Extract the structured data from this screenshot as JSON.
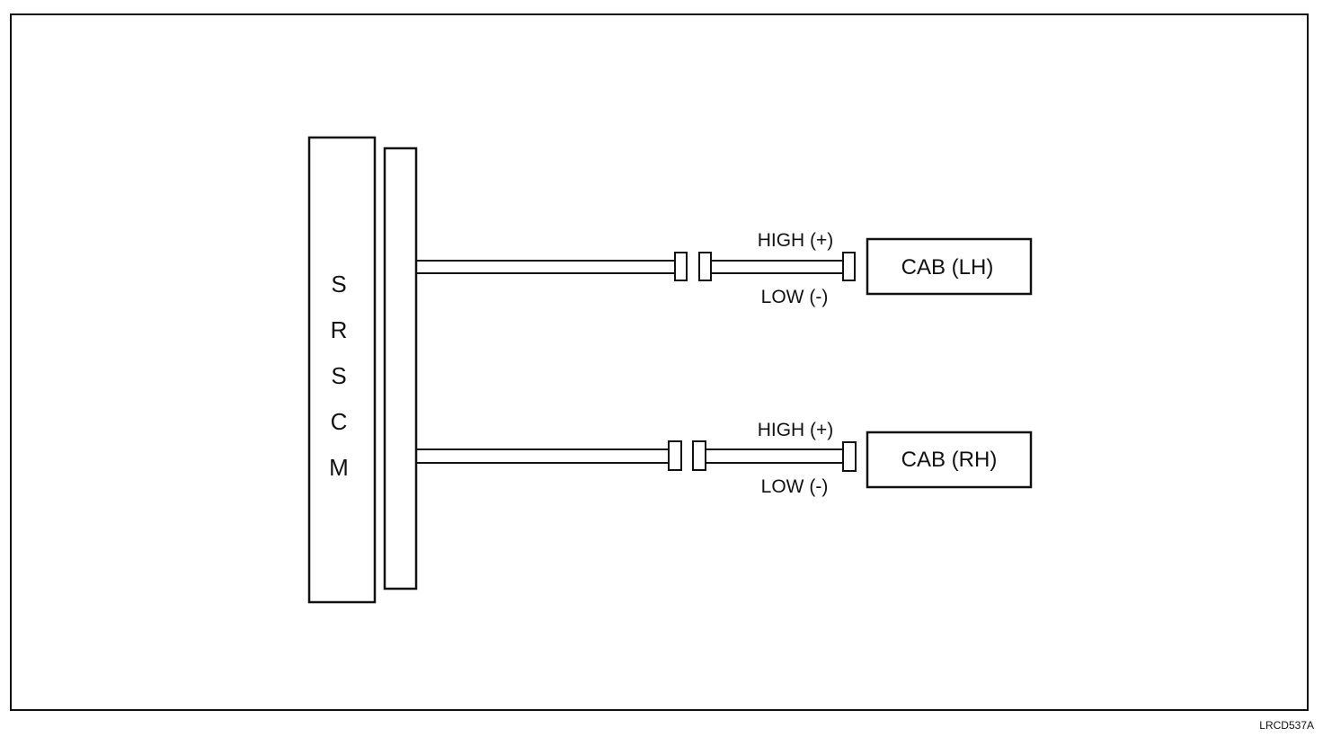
{
  "module": {
    "letters": [
      "S",
      "R",
      "S",
      "C",
      "M"
    ]
  },
  "airbags": [
    {
      "label": "CAB (LH)",
      "high": "HIGH (+)",
      "low": "LOW (-)"
    },
    {
      "label": "CAB (RH)",
      "high": "HIGH (+)",
      "low": "LOW (-)"
    }
  ],
  "figure_code": "LRCD537A",
  "colors": {
    "line": "#111111",
    "background": "#ffffff"
  }
}
